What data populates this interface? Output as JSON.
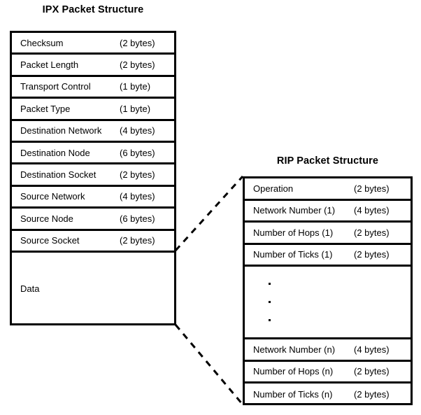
{
  "diagram": {
    "kind": "packet-structure-diagram",
    "background_color": "#ffffff",
    "line_color": "#000000"
  },
  "ipx": {
    "title": "IPX Packet Structure",
    "fields": [
      {
        "name": "Checksum",
        "size": "(2 bytes)"
      },
      {
        "name": "Packet Length",
        "size": "(2 bytes)"
      },
      {
        "name": "Transport Control",
        "size": "(1 byte)"
      },
      {
        "name": "Packet Type",
        "size": "(1 byte)"
      },
      {
        "name": "Destination Network",
        "size": "(4 bytes)"
      },
      {
        "name": "Destination Node",
        "size": "(6 bytes)"
      },
      {
        "name": "Destination Socket",
        "size": "(2 bytes)"
      },
      {
        "name": "Source Network",
        "size": "(4 bytes)"
      },
      {
        "name": "Source Node",
        "size": "(6 bytes)"
      },
      {
        "name": "Source Socket",
        "size": "(2 bytes)"
      }
    ],
    "payload": {
      "name": "Data",
      "size": ""
    }
  },
  "rip": {
    "title": "RIP Packet Structure",
    "fields_top": [
      {
        "name": "Operation",
        "size": "(2 bytes)"
      },
      {
        "name": "Network Number (1)",
        "size": "(4 bytes)"
      },
      {
        "name": "Number of Hops (1)",
        "size": "(2 bytes)"
      },
      {
        "name": "Number of Ticks (1)",
        "size": "(2 bytes)"
      }
    ],
    "continuation": {
      "dots": 3
    },
    "fields_bottom": [
      {
        "name": "Network Number (n)",
        "size": "(4 bytes)"
      },
      {
        "name": "Number of Hops (n)",
        "size": "(2 bytes)"
      },
      {
        "name": "Number of Ticks (n)",
        "size": "(2 bytes)"
      }
    ]
  }
}
